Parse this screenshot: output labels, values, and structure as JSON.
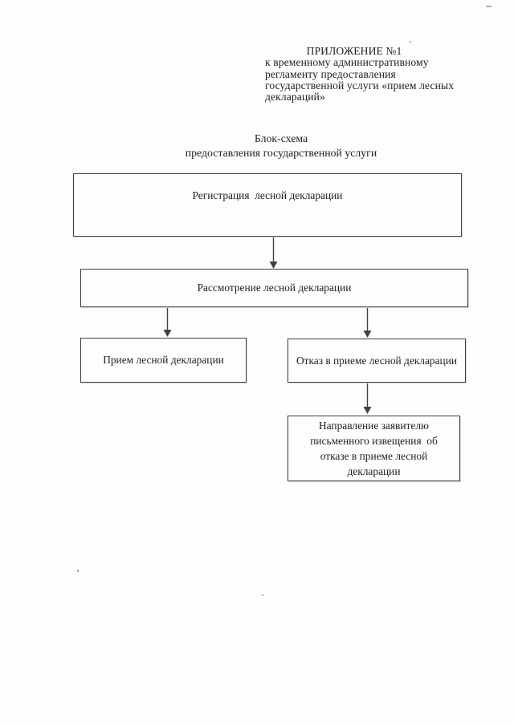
{
  "document": {
    "appendix": {
      "title": "ПРИЛОЖЕНИЕ №1",
      "lines": [
        "к временному административному",
        "регламенту предоставления",
        "государственной услуги «прием лесных",
        "деклараций»"
      ]
    },
    "heading": {
      "line1": "Блок-схема",
      "line2": "предоставления государственной услуги"
    }
  },
  "flowchart": {
    "nodes": {
      "registration": {
        "label": "Регистрация  лесной декларации"
      },
      "review": {
        "label": "Рассмотрение лесной декларации"
      },
      "acceptance": {
        "label": "Прием лесной декларации"
      },
      "refusal": {
        "label": "Отказ в приеме лесной декларации"
      },
      "notice": {
        "lines": [
          "Направление заявителю",
          "письменного извещения  об",
          "отказе в приеме лесной",
          "декларации"
        ]
      }
    },
    "edges": [
      {
        "from": "registration",
        "to": "review"
      },
      {
        "from": "review",
        "to": "acceptance"
      },
      {
        "from": "review",
        "to": "refusal"
      },
      {
        "from": "refusal",
        "to": "notice"
      }
    ]
  },
  "colors": {
    "ink": "#1f1f1f",
    "line": "#414141",
    "paper": "#fdfdfc"
  }
}
